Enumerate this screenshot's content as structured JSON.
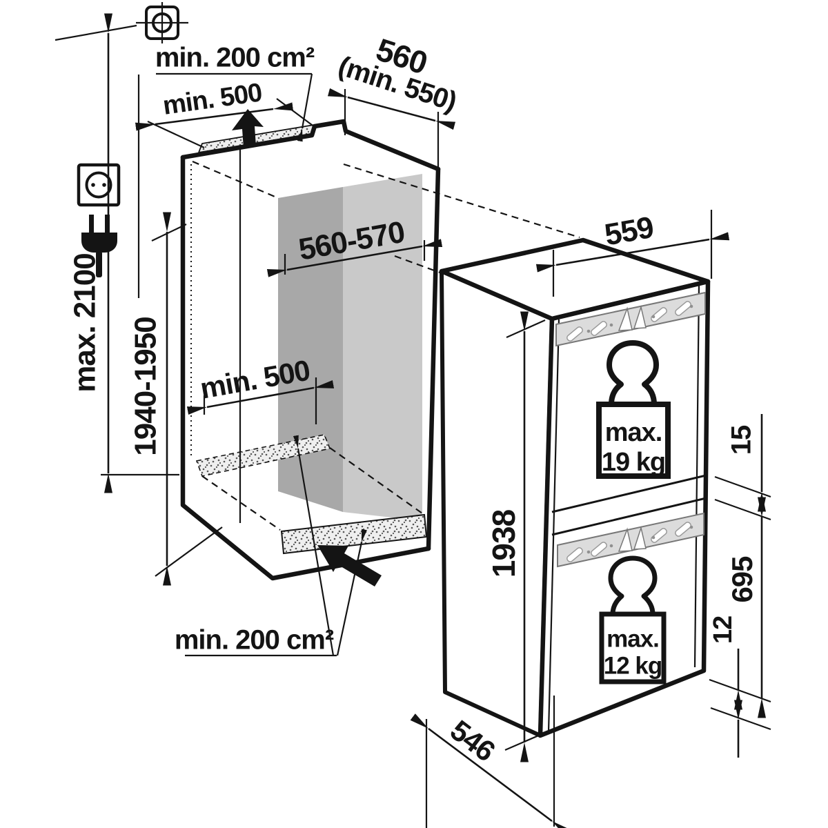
{
  "dims": {
    "top_vent_area": "min. 200 cm²",
    "top_vent_width": "min. 500",
    "top_depth": "560",
    "top_depth_min": "(min. 550)",
    "niche_width": "560-570",
    "ceiling_max": "max. 2100",
    "niche_height": "1940-1950",
    "inner_width_min": "min. 500",
    "bottom_vent_area": "min. 200 cm²",
    "appliance_width": "559",
    "appliance_height": "1938",
    "door_gap": "15",
    "lower_door_height": "695",
    "bottom_gap": "12",
    "appliance_depth": "546"
  },
  "load": {
    "upper_label": "max.",
    "upper_value": "19 kg",
    "lower_label": "max.",
    "lower_value": "12 kg"
  },
  "colors": {
    "line": "#141414",
    "back_wall": "#c9c9c9",
    "side_wall": "#a8a8a8",
    "vent": "#efefef",
    "hinge": "#dcdcdc"
  }
}
